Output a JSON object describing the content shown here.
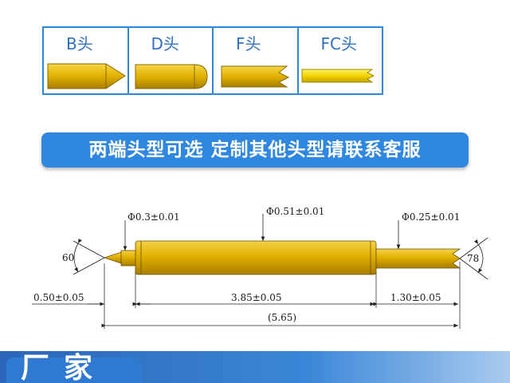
{
  "tip_types": [
    {
      "label": "B头",
      "icon": "cone-tip-icon"
    },
    {
      "label": "D头",
      "icon": "round-tip-icon"
    },
    {
      "label": "F头",
      "icon": "serrated-tip-icon"
    },
    {
      "label": "FC头",
      "icon": "fine-serrated-tip-icon"
    }
  ],
  "banner": {
    "text": "两端头型可选  定制其他头型请联系客服"
  },
  "drawing": {
    "dia_left": "Φ0.3±0.01",
    "dia_body": "Φ0.51±0.01",
    "dia_right": "Φ0.25±0.01",
    "angle_left": "60",
    "angle_right": "78",
    "len_tip": "0.50±0.05",
    "len_body": "3.85±0.05",
    "len_right": "1.30±0.05",
    "len_total": "(5.65)"
  },
  "colors": {
    "accent": "#2f87e0",
    "gold": "#e6b800",
    "gold_dark": "#a67c00"
  },
  "bottom": {
    "title": "厂家"
  }
}
